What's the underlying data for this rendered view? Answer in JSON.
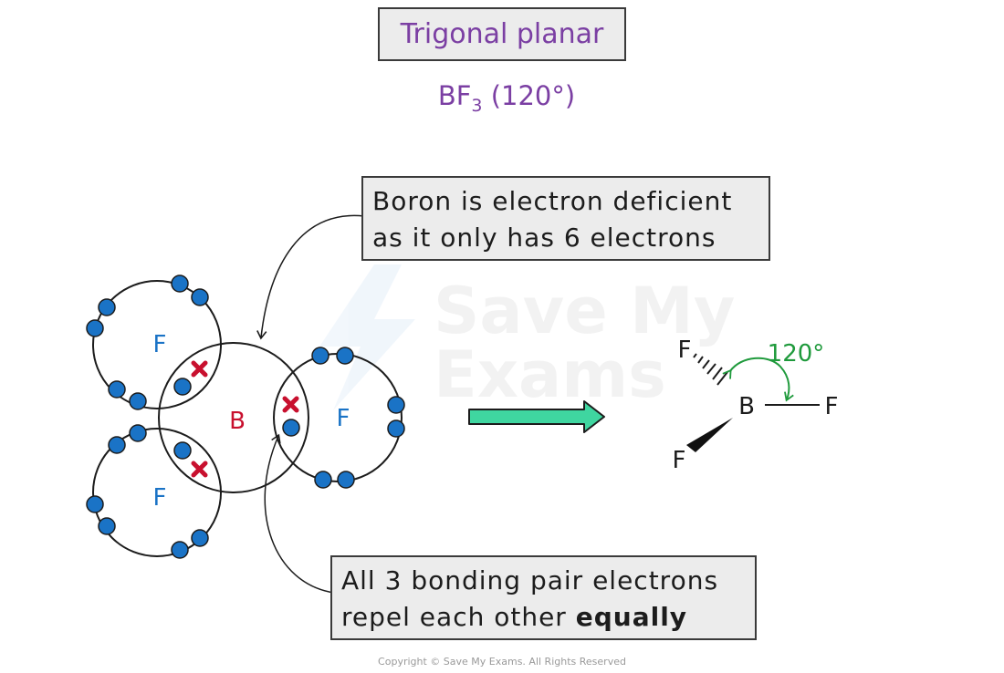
{
  "title": "Trigonal planar",
  "formula": {
    "main": "BF",
    "subscript": "3",
    "angle": "(120°)"
  },
  "callouts": {
    "top": {
      "line1": "Boron is electron deficient",
      "line2": "as it only has 6 electrons"
    },
    "bottom": {
      "line1": "All 3 bonding pair electrons",
      "line2_prefix": "repel each other ",
      "line2_bold": "equally"
    }
  },
  "dot_cross": {
    "central_atom": "B",
    "outer_atoms": [
      "F",
      "F",
      "F"
    ]
  },
  "structure": {
    "central_atom": "B",
    "atom_top": "F",
    "atom_right": "F",
    "atom_bottom": "F",
    "angle_label": "120°"
  },
  "watermark": {
    "line1": "Save My",
    "line2": "Exams"
  },
  "copyright": "Copyright © Save My Exams. All Rights Reserved",
  "colors": {
    "title_text": "#7b3fa3",
    "electron_dot": "#1a73c6",
    "cross": "#c8102e",
    "fluorine_label": "#1a73c6",
    "boron_label": "#c8102e",
    "arrow_fill": "#3fd6a0",
    "angle_arrow": "#1f9a3c"
  }
}
